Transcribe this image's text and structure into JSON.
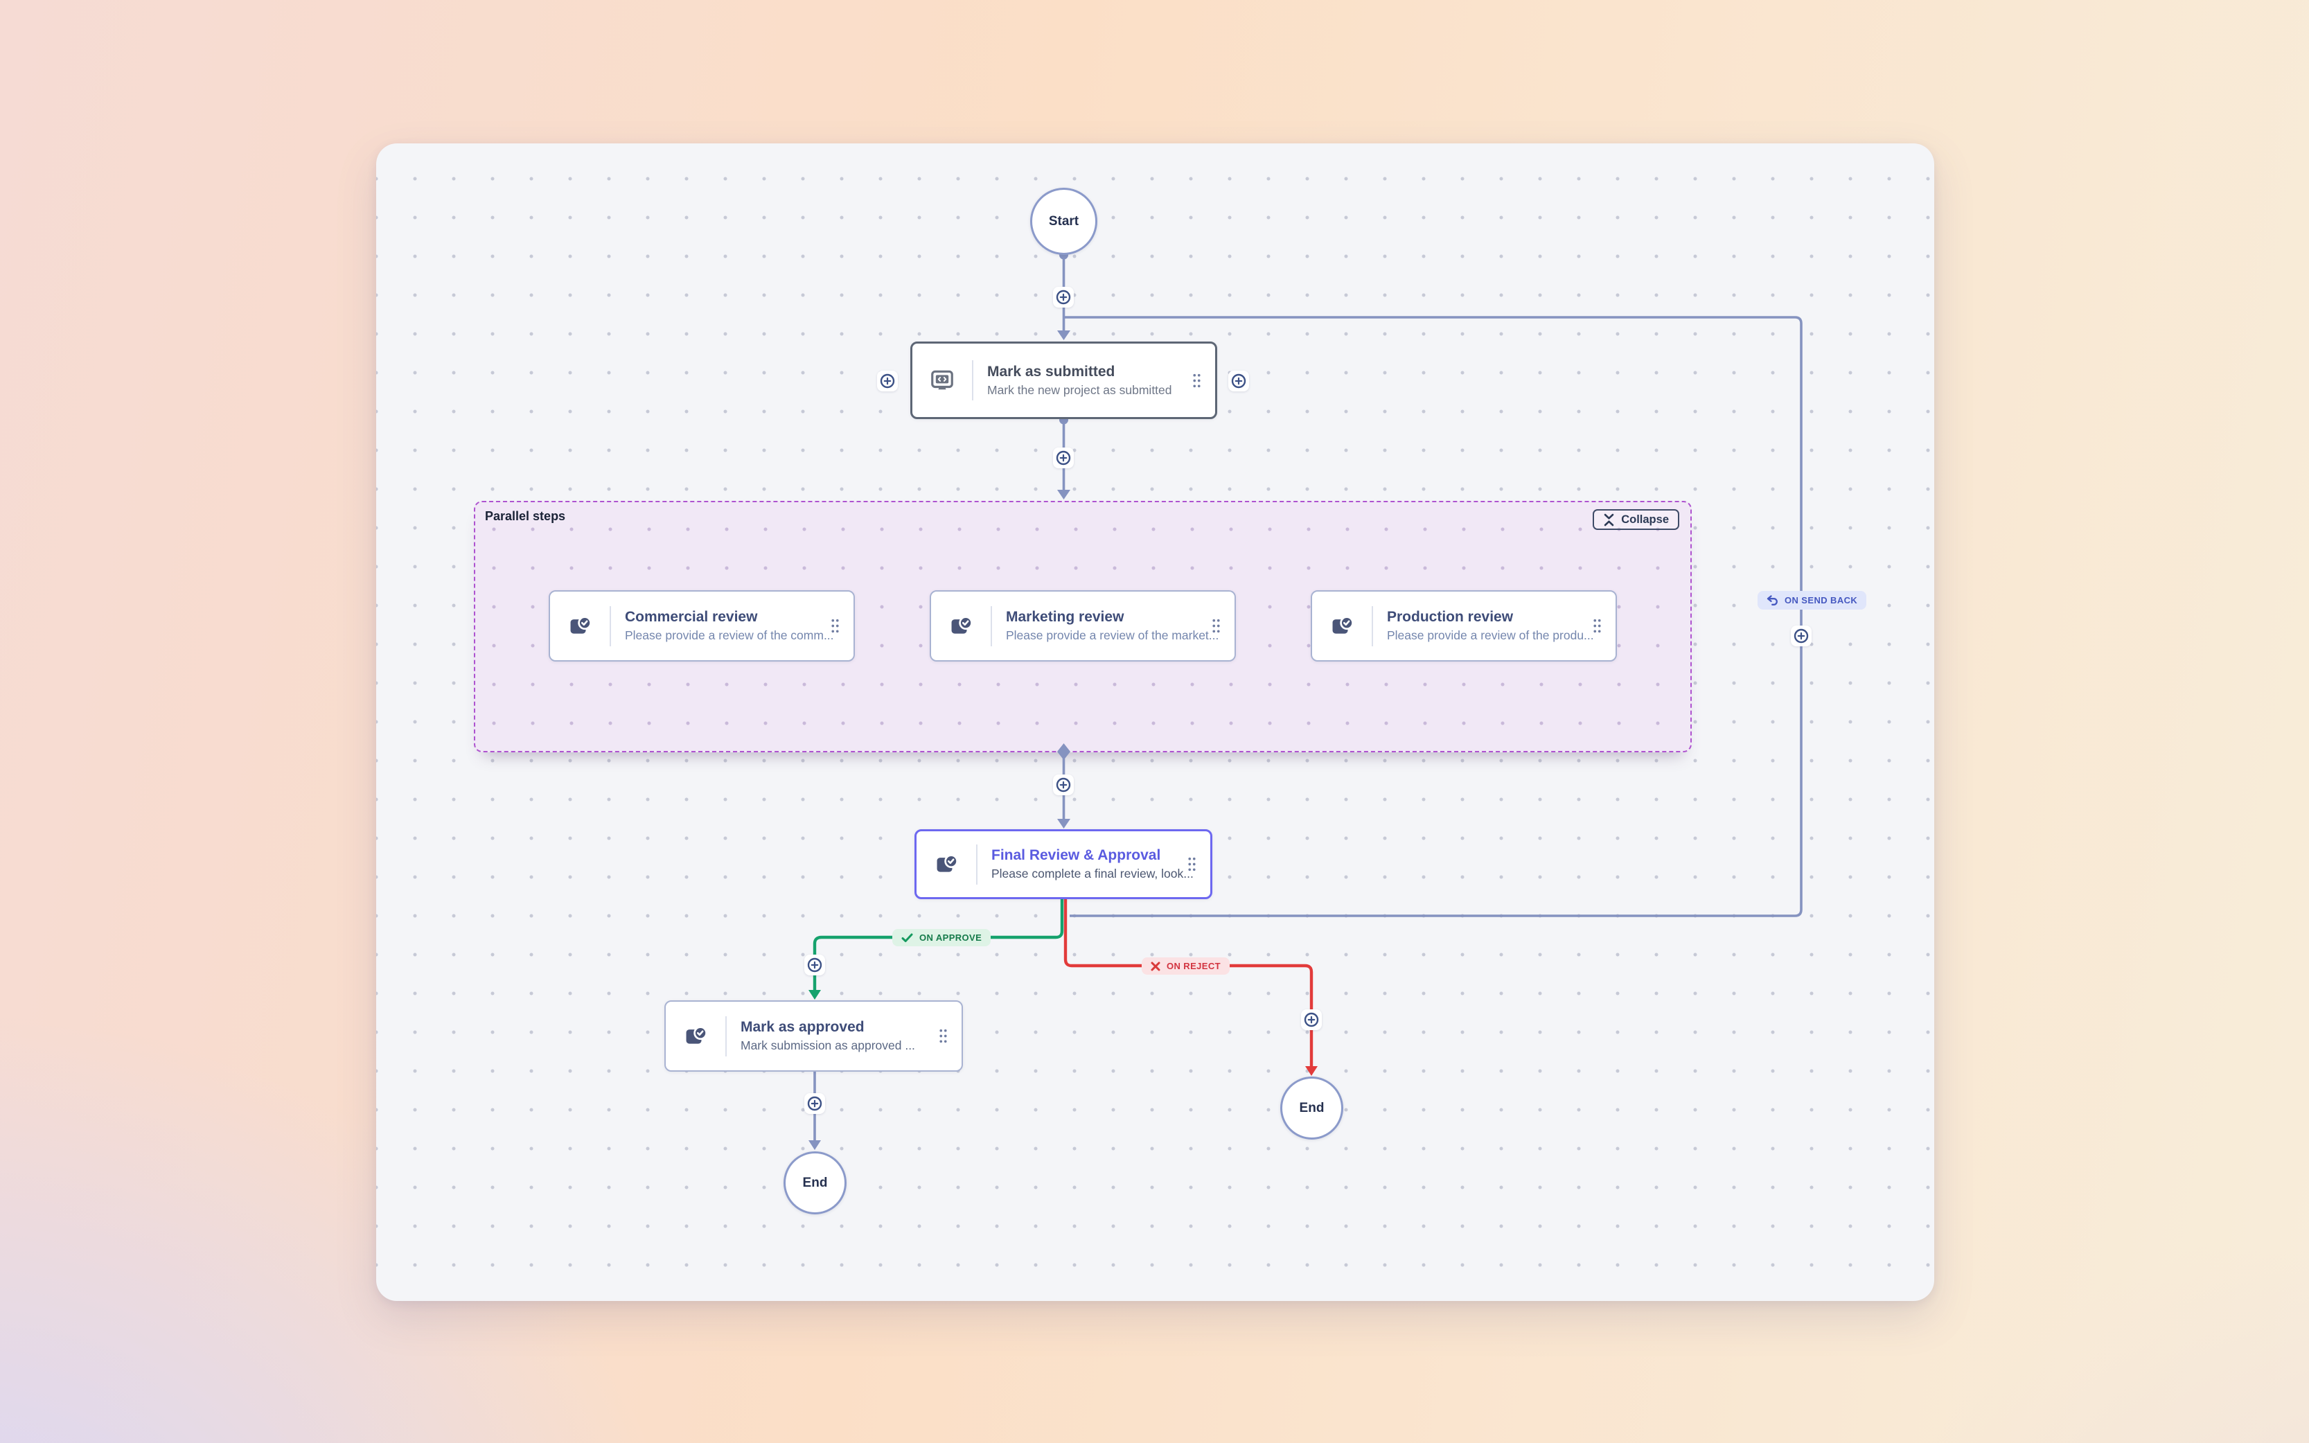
{
  "canvas": {
    "type": "workflow-editor"
  },
  "start_node": {
    "label": "Start"
  },
  "end_node_left": {
    "label": "End"
  },
  "end_node_right": {
    "label": "End"
  },
  "nodes": {
    "mark_as_submitted": {
      "title": "Mark as submitted",
      "subtitle": "Mark the new project as submitted",
      "icon": "code-monitor-icon",
      "state": "selected"
    },
    "commercial_review": {
      "title": "Commercial review",
      "subtitle": "Please provide a review of the comm...",
      "icon": "review-check-icon"
    },
    "marketing_review": {
      "title": "Marketing review",
      "subtitle": "Please provide a review of the market...",
      "icon": "review-check-icon"
    },
    "production_review": {
      "title": "Production review",
      "subtitle": "Please provide a review of the produ...",
      "icon": "review-check-icon"
    },
    "final_review": {
      "title": "Final Review & Approval",
      "subtitle": "Please complete a final review, look...",
      "icon": "review-check-icon",
      "state": "highlighted"
    },
    "mark_as_approved": {
      "title": "Mark as approved",
      "subtitle": "Mark submission as approved ...",
      "icon": "review-check-icon"
    }
  },
  "parallel_group": {
    "label": "Parallel steps",
    "collapse_button": "Collapse"
  },
  "edge_labels": {
    "on_approve": "ON APPROVE",
    "on_reject": "ON REJECT",
    "on_send_back": "ON SEND BACK"
  },
  "colors": {
    "edge": "#8593c0",
    "approve_line": "#16a26d",
    "approve_text": "#157a4a",
    "reject_line": "#e23b3b",
    "reject_text": "#d23440",
    "send_back_text": "#4558c0",
    "parallel_border": "#ae53cf",
    "selected_border": "#5d6675",
    "final_border": "#6d68f0",
    "node_border": "#a9b3d2"
  }
}
